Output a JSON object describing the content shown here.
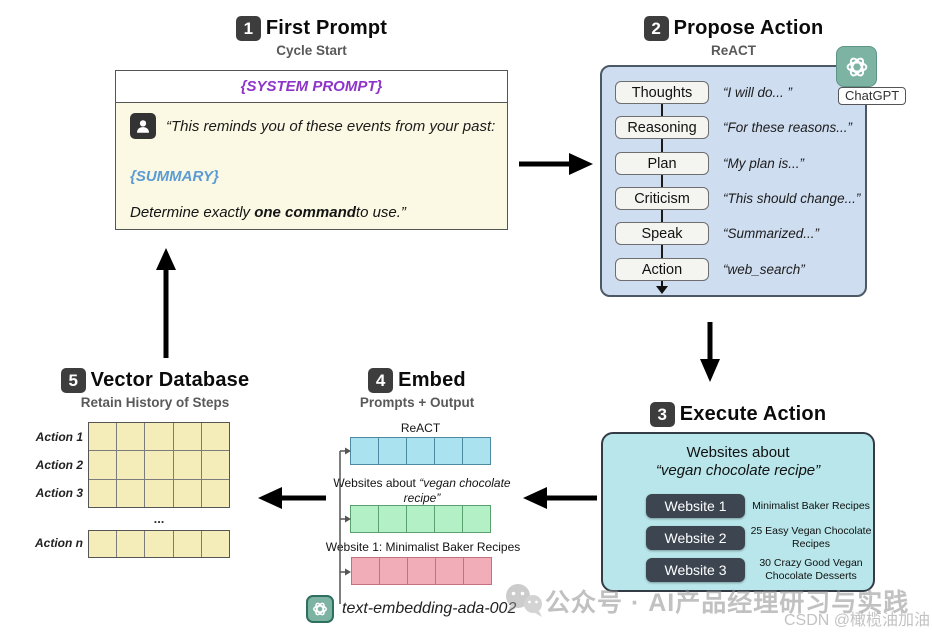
{
  "palette": {
    "badge_bg": "#3d3d3d",
    "box1_body_yellow": "#fbf9e3",
    "system_prompt_purple": "#8e34c9",
    "summary_blue": "#5b9bd5",
    "box2_blue": "#cfddf1",
    "box3_cyan": "#b8e6ea",
    "dark_button": "#3d4551",
    "embed_cyan": "#abe2f0",
    "embed_green": "#b4f0c6",
    "embed_pink": "#f2aeb8",
    "vector_yellow": "#f4edb9",
    "openai_green": "#7db3a3",
    "arrow_black": "#000000"
  },
  "step1": {
    "badge": "1",
    "title": "First Prompt",
    "subtitle": "Cycle Start",
    "system_prompt": "{SYSTEM PROMPT}",
    "user_quote": "“This reminds you of these events from your past:",
    "summary_token": "{SUMMARY}",
    "closing_prefix": "Determine exactly ",
    "closing_bold": "one command",
    "closing_suffix": "to use.”"
  },
  "step2": {
    "badge": "2",
    "title": "Propose Action",
    "subtitle": "ReACT",
    "rows": [
      {
        "label": "Thoughts",
        "quote": "“I will do...  ”"
      },
      {
        "label": "Reasoning",
        "quote": "“For these reasons...”"
      },
      {
        "label": "Plan",
        "quote": "“My plan is...”"
      },
      {
        "label": "Criticism",
        "quote": "“This should change...”"
      },
      {
        "label": "Speak",
        "quote": "“Summarized...”"
      },
      {
        "label": "Action",
        "quote": "“web_search”"
      }
    ],
    "chatgpt_label": "ChatGPT"
  },
  "step3": {
    "badge": "3",
    "title": "Execute Action",
    "heading": "Websites about",
    "heading_quote": "“vegan chocolate recipe”",
    "websites": [
      {
        "button": "Website 1",
        "desc": "Minimalist Baker Recipes"
      },
      {
        "button": "Website 2",
        "desc": "25 Easy Vegan Chocolate Recipes"
      },
      {
        "button": "Website 3",
        "desc": "30 Crazy Good Vegan Chocolate Desserts"
      }
    ]
  },
  "step4": {
    "badge": "4",
    "title": "Embed",
    "subtitle": "Prompts + Output",
    "row1_label": "ReACT",
    "row2_label_prefix": "Websites about  ",
    "row2_label_quote": "“vegan chocolate recipe”",
    "row3_label": "Website 1: Minimalist Baker Recipes",
    "model": "text-embedding-ada-002"
  },
  "step5": {
    "badge": "5",
    "title": "Vector Database",
    "subtitle": "Retain History of Steps",
    "row_labels": [
      "Action 1",
      "Action 2",
      "Action 3"
    ],
    "ellipsis": "...",
    "last_row_label": "Action n"
  },
  "watermark": {
    "main": "公众号 · AI产品经理研习与实践",
    "csdn": "CSDN @橄榄油加油"
  }
}
